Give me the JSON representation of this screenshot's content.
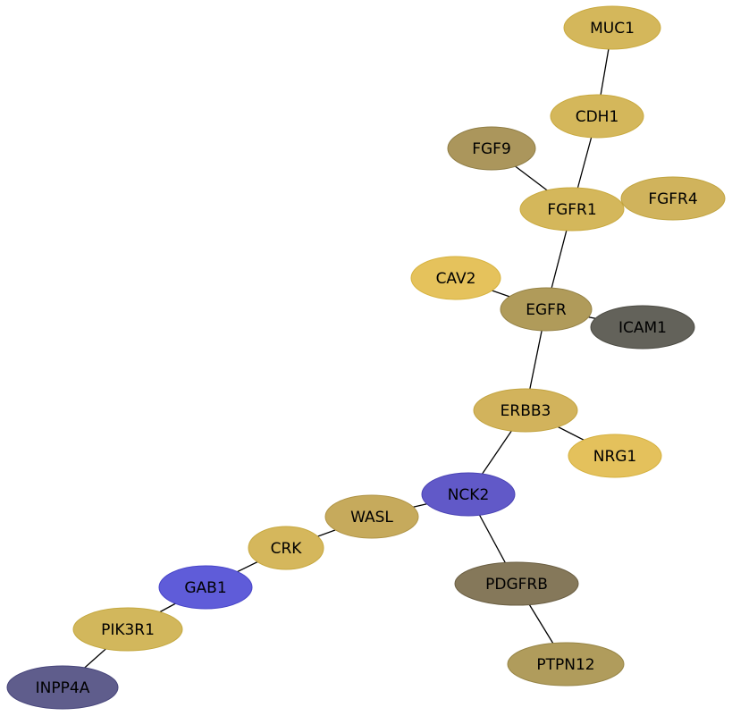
{
  "network": {
    "nodes": [
      {
        "id": "MUC1",
        "label": "MUC1",
        "fill": "#d4b75b",
        "stroke": "#c9a93e"
      },
      {
        "id": "CDH1",
        "label": "CDH1",
        "fill": "#d4b75b",
        "stroke": "#c9a93e"
      },
      {
        "id": "FGF9",
        "label": "FGF9",
        "fill": "#ab965c",
        "stroke": "#8f7d45"
      },
      {
        "id": "FGFR1",
        "label": "FGFR1",
        "fill": "#d4b75b",
        "stroke": "#c9a93e"
      },
      {
        "id": "FGFR4",
        "label": "FGFR4",
        "fill": "#d0b35c",
        "stroke": "#c0a33f"
      },
      {
        "id": "CAV2",
        "label": "CAV2",
        "fill": "#e5c25c",
        "stroke": "#d6b23e"
      },
      {
        "id": "EGFR",
        "label": "EGFR",
        "fill": "#b09b5a",
        "stroke": "#958246"
      },
      {
        "id": "ICAM1",
        "label": "ICAM1",
        "fill": "#63625a",
        "stroke": "#4b4a42"
      },
      {
        "id": "ERBB3",
        "label": "ERBB3",
        "fill": "#d2b35c",
        "stroke": "#c2a33f"
      },
      {
        "id": "NRG1",
        "label": "NRG1",
        "fill": "#e4c15c",
        "stroke": "#d5b13f"
      },
      {
        "id": "NCK2",
        "label": "NCK2",
        "fill": "#6159c8",
        "stroke": "#4a43b5"
      },
      {
        "id": "WASL",
        "label": "WASL",
        "fill": "#c6aa5c",
        "stroke": "#b09446"
      },
      {
        "id": "CRK",
        "label": "CRK",
        "fill": "#d5b75c",
        "stroke": "#c7a83f"
      },
      {
        "id": "GAB1",
        "label": "GAB1",
        "fill": "#5f5cd9",
        "stroke": "#4744c8"
      },
      {
        "id": "PDGFRB",
        "label": "PDGFRB",
        "fill": "#85785a",
        "stroke": "#6b5f43"
      },
      {
        "id": "PIK3R1",
        "label": "PIK3R1",
        "fill": "#d2b75c",
        "stroke": "#c4a83f"
      },
      {
        "id": "INPP4A",
        "label": "INPP4A",
        "fill": "#5f5d8c",
        "stroke": "#46447a"
      },
      {
        "id": "PTPN12",
        "label": "PTPN12",
        "fill": "#b09c5c",
        "stroke": "#978546"
      }
    ],
    "edges": [
      [
        "MUC1",
        "CDH1"
      ],
      [
        "CDH1",
        "FGFR1"
      ],
      [
        "FGF9",
        "FGFR1"
      ],
      [
        "FGFR1",
        "FGFR4"
      ],
      [
        "FGFR1",
        "EGFR"
      ],
      [
        "CAV2",
        "EGFR"
      ],
      [
        "EGFR",
        "ICAM1"
      ],
      [
        "EGFR",
        "ERBB3"
      ],
      [
        "ERBB3",
        "NRG1"
      ],
      [
        "ERBB3",
        "NCK2"
      ],
      [
        "NCK2",
        "WASL"
      ],
      [
        "NCK2",
        "PDGFRB"
      ],
      [
        "WASL",
        "CRK"
      ],
      [
        "CRK",
        "GAB1"
      ],
      [
        "GAB1",
        "PIK3R1"
      ],
      [
        "PIK3R1",
        "INPP4A"
      ],
      [
        "PDGFRB",
        "PTPN12"
      ]
    ]
  }
}
